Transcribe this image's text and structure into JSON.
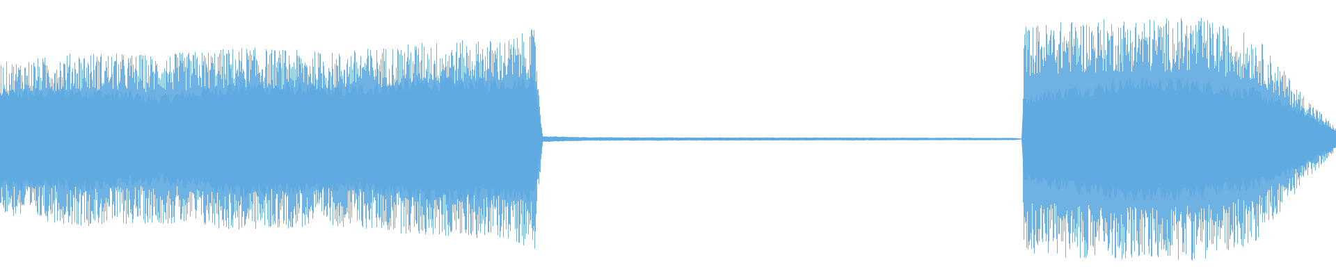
{
  "waveform": {
    "color": "#5FAAE1",
    "background": "#FFFFFF",
    "amplitude_envelope": [
      {
        "t": 0.0,
        "peak": 0.58,
        "body": 0.34
      },
      {
        "t": 0.06,
        "peak": 0.66,
        "body": 0.36
      },
      {
        "t": 0.12,
        "peak": 0.64,
        "body": 0.3
      },
      {
        "t": 0.18,
        "peak": 0.7,
        "body": 0.4
      },
      {
        "t": 0.25,
        "peak": 0.66,
        "body": 0.36
      },
      {
        "t": 0.32,
        "peak": 0.74,
        "body": 0.42
      },
      {
        "t": 0.38,
        "peak": 0.76,
        "body": 0.42
      },
      {
        "t": 0.4,
        "peak": 0.84,
        "body": 0.44
      },
      {
        "t": 0.406,
        "peak": 0.02,
        "body": 0.02
      },
      {
        "t": 0.44,
        "peak": 0.012,
        "body": 0.012
      },
      {
        "t": 0.76,
        "peak": 0.008,
        "body": 0.008
      },
      {
        "t": 0.765,
        "peak": 0.0,
        "body": 0.0
      },
      {
        "t": 0.766,
        "peak": 0.86,
        "body": 0.3
      },
      {
        "t": 0.8,
        "peak": 0.9,
        "body": 0.36
      },
      {
        "t": 0.85,
        "peak": 0.92,
        "body": 0.42
      },
      {
        "t": 0.9,
        "peak": 0.92,
        "body": 0.4
      },
      {
        "t": 0.94,
        "peak": 0.78,
        "body": 0.34
      },
      {
        "t": 0.97,
        "peak": 0.4,
        "body": 0.22
      },
      {
        "t": 1.0,
        "peak": 0.08,
        "body": 0.06
      }
    ]
  }
}
